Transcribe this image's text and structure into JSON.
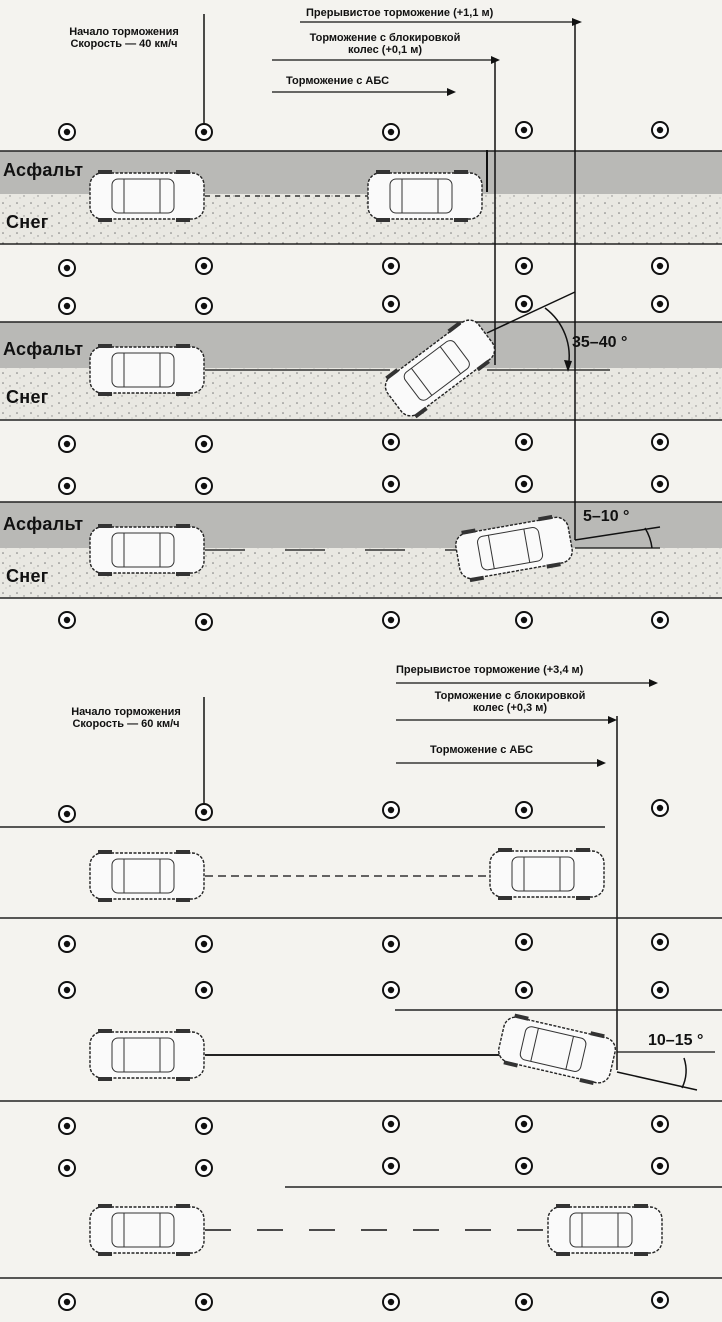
{
  "top": {
    "start_braking": "Начало торможения",
    "speed": "Скорость — 40 км/ч",
    "labels": {
      "intermittent": "Прерывистое торможение (+1,1 м)",
      "locked_line1": "Торможение с блокировкой",
      "locked_line2": "колес (+0,1 м)",
      "abs": "Торможение с АБС"
    },
    "lanes": [
      {
        "asphalt": "Асфальт",
        "snow": "Снег"
      },
      {
        "asphalt": "Асфальт",
        "snow": "Снег",
        "angle": "35–40 °"
      },
      {
        "asphalt": "Асфальт",
        "snow": "Снег",
        "angle": "5–10 °"
      }
    ]
  },
  "bottom": {
    "start_braking": "Начало торможения",
    "speed": "Скорость — 60 км/ч",
    "labels": {
      "intermittent": "Прерывистое торможение (+3,4 м)",
      "locked_line1": "Торможение с блокировкой",
      "locked_line2": "колес (+0,3 м)",
      "abs": "Торможение с АБС"
    },
    "angle": "10–15 °"
  },
  "colors": {
    "asphalt": "#b9b9b6",
    "snow": "#e9e8e2",
    "ink": "#1a1a1a"
  }
}
